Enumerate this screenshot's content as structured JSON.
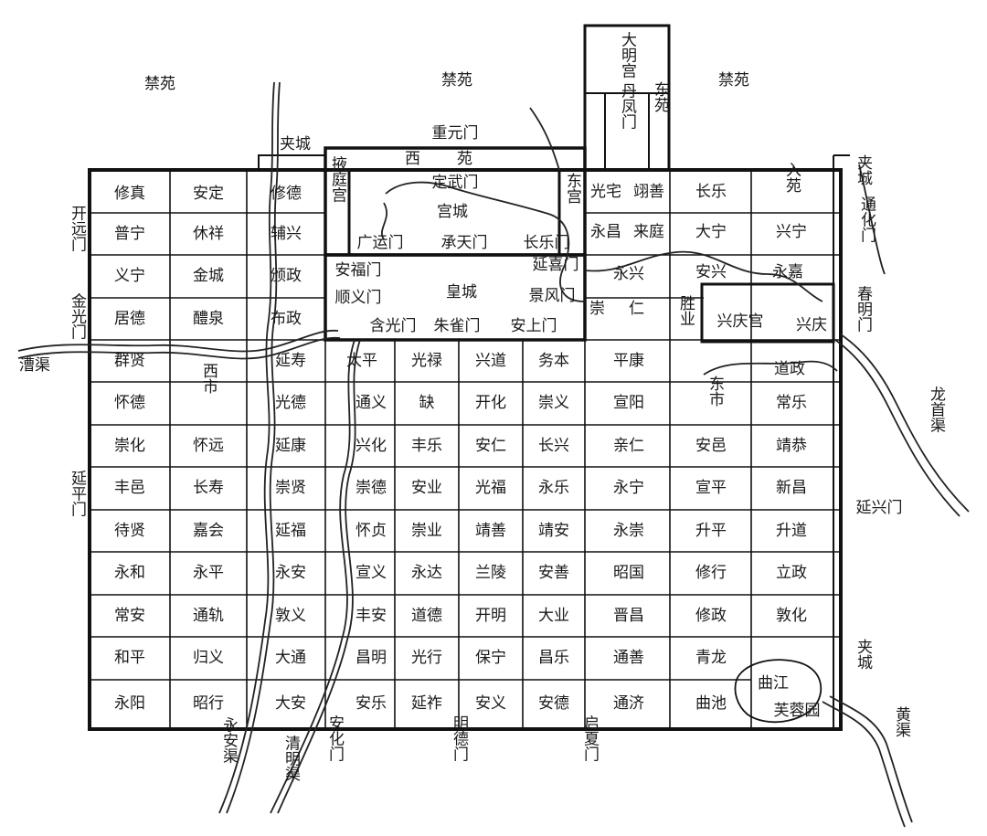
{
  "colors": {
    "ink": "#111111",
    "paper": "#ffffff"
  },
  "outer_labels": {
    "jinyuan_left": "禁苑",
    "jinyuan_mid": "禁苑",
    "jinyuan_right": "禁苑",
    "jiacheng_top": "夹城",
    "chongxuanmen": "重元门",
    "xiyuan": "西苑",
    "daminggong": "大明宫",
    "danfengmen": "丹凤门",
    "dongyuan": "东苑",
    "jiacheng_east": "夹城",
    "tonghuamen": "通化门",
    "chunmingmen": "春明门",
    "yanxingmen": "延兴门",
    "jiacheng_se": "夹城",
    "kaiyuanmen": "开远门",
    "jinguangmen": "金光门",
    "yanpingmen": "延平门",
    "caoqu": "漕渠",
    "longshouqu": "龙首渠",
    "huangqu": "黄渠",
    "yonganqu": "永安渠",
    "qingmingqu": "清明渠",
    "anhuamen": "安化门",
    "mingdemen": "明德门",
    "qixiamen": "启夏门"
  },
  "palace_labels": {
    "yetinggong": "掖庭宫",
    "dinwumen": "定武门",
    "gongcheng": "宫城",
    "donggong": "东宫",
    "guangyunmen": "广运门",
    "chengtianmen": "承天门",
    "changlemen": "长乐门",
    "anfumen": "安福门",
    "shunyimen": "顺义门",
    "huangcheng": "皇城",
    "yanximen": "延喜门",
    "jingfengmen": "景风门",
    "hanguangmen": "含光门",
    "zhuquemen": "朱雀门",
    "anshangmen": "安上门",
    "xingqinggong": "兴庆宫",
    "xingqing_short": "兴庆",
    "quxiang": "曲江",
    "furongyuan": "芙蓉园",
    "xishi": "西市",
    "dongshi": "东市",
    "chongren": "崇仁",
    "shengye": "胜业",
    "ruyuan": "入苑"
  },
  "wards": {
    "w_xiuzhen": "修真",
    "w_anding": "安定",
    "w_xiude": "修德",
    "w_puning": "普宁",
    "w_xiuxiang": "休祥",
    "w_fuxing": "辅兴",
    "w_yining": "义宁",
    "w_jincheng": "金城",
    "w_songzheng": "颁政",
    "w_jude": "居德",
    "w_liquan": "醴泉",
    "w_buzheng": "布政",
    "w_qunxian": "群贤",
    "w_yanshou": "延寿",
    "w_huaide": "怀德",
    "w_guangde": "光德",
    "w_chonghua": "崇化",
    "w_huaiyuan": "怀远",
    "w_yankang": "延康",
    "w_fengyi": "丰邑",
    "w_changshou": "长寿",
    "w_chongxian": "崇贤",
    "w_daixian": "待贤",
    "w_jiahui": "嘉会",
    "w_yanfu": "延福",
    "w_yonghe": "永和",
    "w_yongping": "永平",
    "w_yongan": "永安",
    "w_changan": "常安",
    "w_tonggui": "通轨",
    "w_dunyi": "敦义",
    "w_heping": "和平",
    "w_guiyi": "归义",
    "w_datong": "大通",
    "w_yongyang": "永阳",
    "w_zhaoxing": "昭行",
    "w_daan": "大安",
    "w_taiping": "太平",
    "w_guanglu": "光禄",
    "w_xingdao": "兴道",
    "w_wuben": "务本",
    "w_tongyi": "通义",
    "w_que": "缺",
    "w_kaihua": "开化",
    "w_chongyi": "崇义",
    "w_xinghua": "兴化",
    "w_fengle": "丰乐",
    "w_anren": "安仁",
    "w_changxing": "长兴",
    "w_chongde": "崇德",
    "w_anye": "安业",
    "w_guangfu": "光福",
    "w_yongle": "永乐",
    "w_huaizhen": "怀贞",
    "w_chongye": "崇业",
    "w_jingshan": "靖善",
    "w_jingan": "靖安",
    "w_xuanyi": "宣义",
    "w_yongda": "永达",
    "w_lanling": "兰陵",
    "w_anshan": "安善",
    "w_fengan": "丰安",
    "w_daode": "道德",
    "w_kaiming": "开明",
    "w_daye": "大业",
    "w_changming": "昌明",
    "w_guangxing": "光行",
    "w_baoning": "保宁",
    "w_changle": "昌乐",
    "w_anle": "安乐",
    "w_yanzuo": "延祚",
    "w_anyi": "安义",
    "w_ande": "安德",
    "w_guangzhai": "光宅",
    "w_xiangshan": "翊善",
    "w_changle2": "长乐",
    "w_yongchang": "永昌",
    "w_laiting": "来庭",
    "w_daning": "大宁",
    "w_xingning": "兴宁",
    "w_yongxing": "永兴",
    "w_anxing": "安兴",
    "w_yongjia": "永嘉",
    "w_pingkang": "平康",
    "w_daozheng": "道政",
    "w_xuanyang": "宣阳",
    "w_changle3": "常乐",
    "w_qinren": "亲仁",
    "w_anyi2": "安邑",
    "w_jinggong": "靖恭",
    "w_yongning": "永宁",
    "w_xuanping": "宣平",
    "w_xinchang": "新昌",
    "w_yongchong": "永崇",
    "w_shengping": "升平",
    "w_shengdao": "升道",
    "w_zhaoguo": "昭国",
    "w_xiuxing": "修行",
    "w_lizheng": "立政",
    "w_jinchang": "晋昌",
    "w_xiuzheng": "修政",
    "w_dunhua": "敦化",
    "w_tongshan": "通善",
    "w_qinglong": "青龙",
    "w_tongji": "通济",
    "w_quchi": "曲池"
  }
}
